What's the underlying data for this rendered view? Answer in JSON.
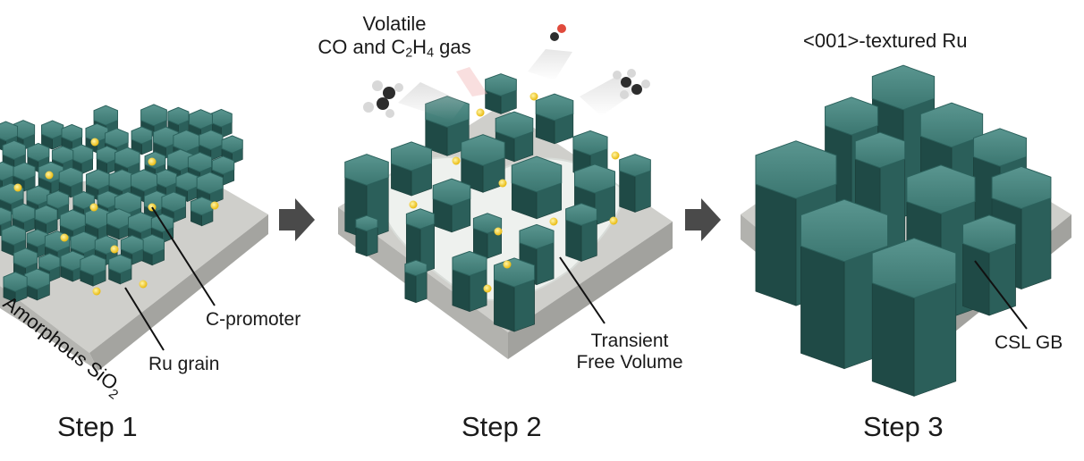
{
  "steps": [
    {
      "label": "Step 1"
    },
    {
      "label": "Step 2"
    },
    {
      "label": "Step 3"
    }
  ],
  "step1": {
    "substrate_label": "Amorphous SiO",
    "substrate_sub": "2",
    "grain_label": "Ru grain",
    "promoter_label": "C-promoter"
  },
  "step2": {
    "gas_line1": "Volatile",
    "gas_line2_a": "CO and C",
    "gas_line2_sub1": "2",
    "gas_line2_b": "H",
    "gas_line2_sub2": "4",
    "gas_line2_c": " gas",
    "free_volume_line1": "Transient",
    "free_volume_line2": "Free Volume"
  },
  "step3": {
    "texture_label": "<001>-textured Ru",
    "gb_label": "CSL GB"
  },
  "colors": {
    "grain_top": "#3f7c76",
    "grain_side": "#2b5f5a",
    "grain_dark": "#1f4a46",
    "substrate_top": "#c9c9c5",
    "substrate_side": "#9f9f9b",
    "promoter": "#f2c418",
    "arrow": "#4a4a4a",
    "void": "#f2f4f2"
  }
}
